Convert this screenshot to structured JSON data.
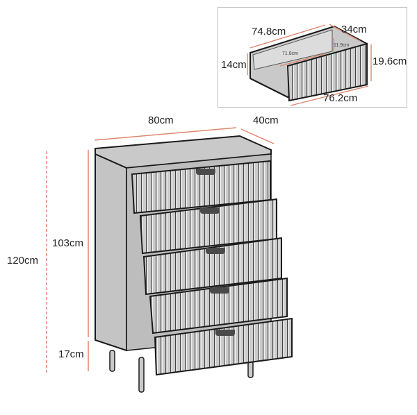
{
  "colors": {
    "dimension_line": "#e0866e",
    "furniture_fill": "#c9c9c9",
    "furniture_outline": "#1a1a1a",
    "handle": "#4a4a4a",
    "inset_border": "#bdbdbd"
  },
  "main_dimensions": {
    "width": "80cm",
    "depth": "40cm",
    "total_height": "120cm",
    "body_height": "103cm",
    "leg_height": "17cm"
  },
  "drawer_inset": {
    "outer_width": "74.8cm",
    "outer_depth": "34cm",
    "side_height": "14cm",
    "front_height": "19.6cm",
    "front_width": "76.2cm",
    "inner_width": "71.8cm",
    "inner_height": "11.9cm"
  },
  "drawer_count": 5
}
